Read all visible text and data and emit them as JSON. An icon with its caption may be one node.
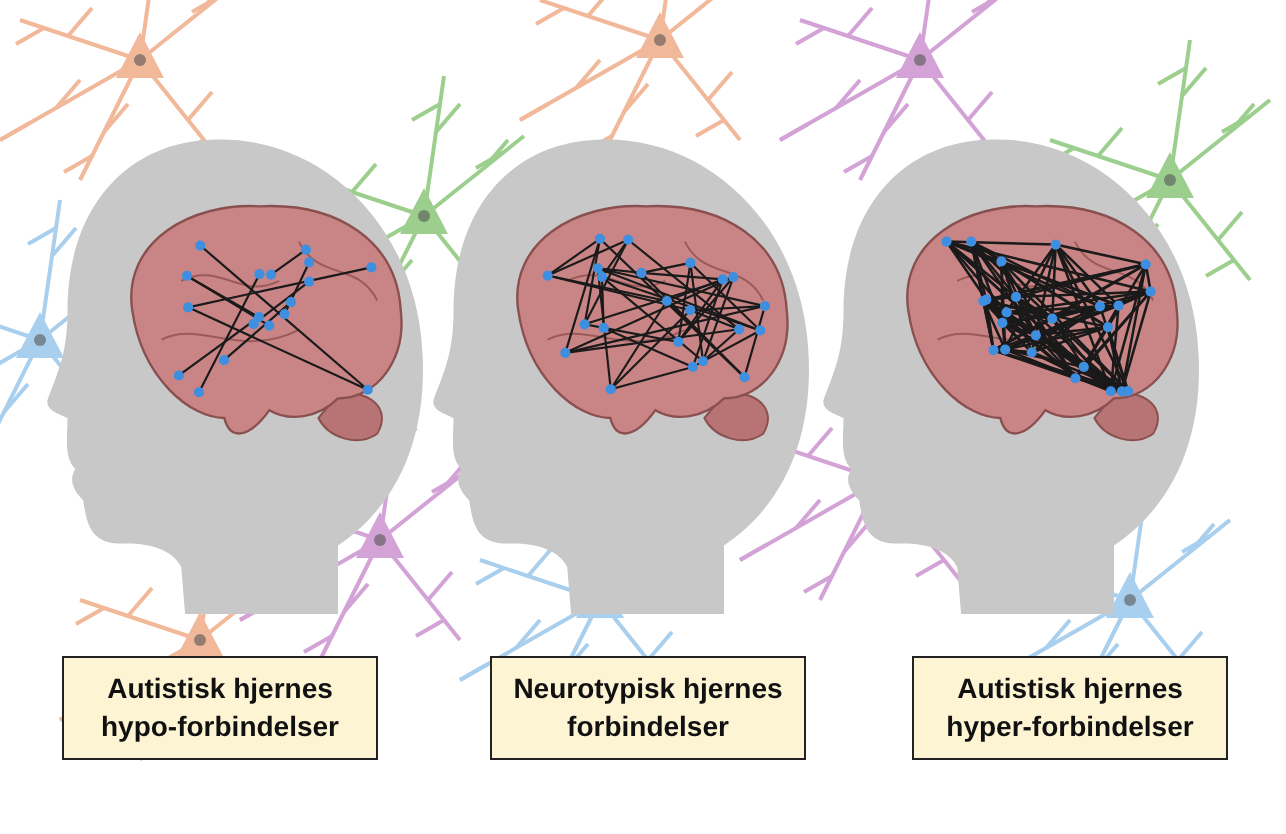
{
  "diagram": {
    "nodes": [
      {
        "text": [
          "Autistisk hjernes hypo-forbindelser"
        ]
      },
      {
        "text": [
          "Neurotypisk hjernes forbindelser"
        ]
      },
      {
        "text": [
          "Autistisk hjernes hyper-forbindelser"
        ]
      }
    ]
  }
}
